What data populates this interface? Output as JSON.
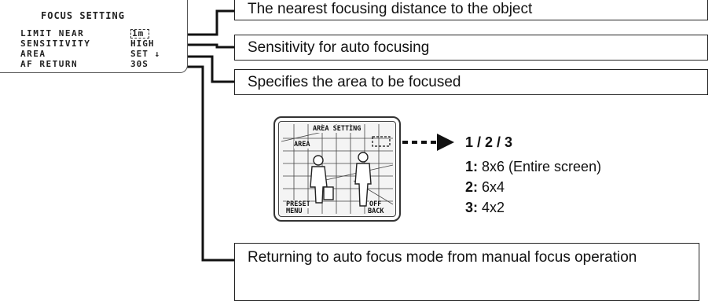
{
  "menu": {
    "title": "FOCUS SETTING",
    "rows": [
      {
        "label": "LIMIT NEAR",
        "value": "1m"
      },
      {
        "label": "SENSITIVITY",
        "value": "HIGH"
      },
      {
        "label": "AREA",
        "value": "SET ↓"
      },
      {
        "label": "AF RETURN",
        "value": "30S"
      }
    ]
  },
  "callouts": {
    "limit_near": "The nearest focusing distance to the object",
    "sensitivity": "Sensitivity for auto focusing",
    "area": "Specifies the area to be focused",
    "af_return": "Returning to auto focus mode from manual focus operation"
  },
  "monitor": {
    "title": "AREA SETTING",
    "area_label": "AREA",
    "preset": "PRESET",
    "menu": "MENU",
    "off": "OFF",
    "back": "BACK"
  },
  "area_options": {
    "heading": "1 / 2 / 3",
    "items": [
      {
        "key": "1:",
        "text": " 8x6 (Entire screen)"
      },
      {
        "key": "2:",
        "text": " 6x4"
      },
      {
        "key": "3:",
        "text": " 4x2"
      }
    ]
  }
}
